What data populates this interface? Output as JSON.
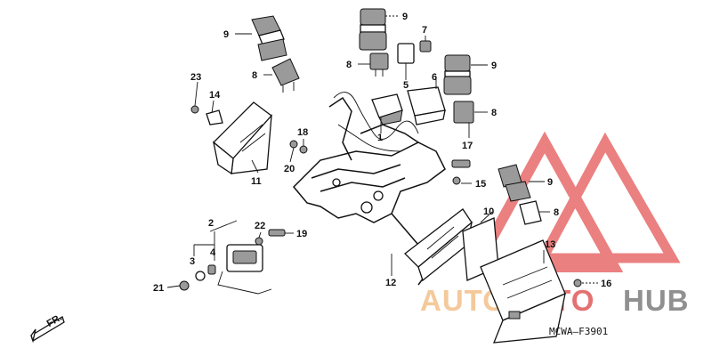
{
  "diagram": {
    "code": "MCWA—F3901",
    "direction_label": "FR.",
    "callouts": [
      {
        "id": "c9a",
        "label": "9"
      },
      {
        "id": "c7",
        "label": "7"
      },
      {
        "id": "c9b",
        "label": "9"
      },
      {
        "id": "c8a",
        "label": "8"
      },
      {
        "id": "c5",
        "label": "5"
      },
      {
        "id": "c6",
        "label": "6"
      },
      {
        "id": "c9c",
        "label": "9"
      },
      {
        "id": "c8b",
        "label": "8"
      },
      {
        "id": "c23",
        "label": "23"
      },
      {
        "id": "c14",
        "label": "14"
      },
      {
        "id": "c8c",
        "label": "8"
      },
      {
        "id": "c18",
        "label": "18"
      },
      {
        "id": "c1",
        "label": "1"
      },
      {
        "id": "c17",
        "label": "17"
      },
      {
        "id": "c20",
        "label": "20"
      },
      {
        "id": "c11",
        "label": "11"
      },
      {
        "id": "c15",
        "label": "15"
      },
      {
        "id": "c9d",
        "label": "9"
      },
      {
        "id": "c10",
        "label": "10"
      },
      {
        "id": "c8d",
        "label": "8"
      },
      {
        "id": "c2",
        "label": "2"
      },
      {
        "id": "c22",
        "label": "22"
      },
      {
        "id": "c19",
        "label": "19"
      },
      {
        "id": "c4",
        "label": "4"
      },
      {
        "id": "c3",
        "label": "3"
      },
      {
        "id": "c13",
        "label": "13"
      },
      {
        "id": "c12",
        "label": "12"
      },
      {
        "id": "c16",
        "label": "16"
      },
      {
        "id": "c21",
        "label": "21"
      }
    ]
  },
  "watermark": {
    "brand_part1": "AUTO",
    "brand_part2": "MOTO",
    "brand_part3": "HUB",
    "colors": {
      "auto": "#f3c08a",
      "moto": "#e05a5a",
      "hub": "#7d7d7d",
      "triangle": "#e86a6a"
    }
  }
}
